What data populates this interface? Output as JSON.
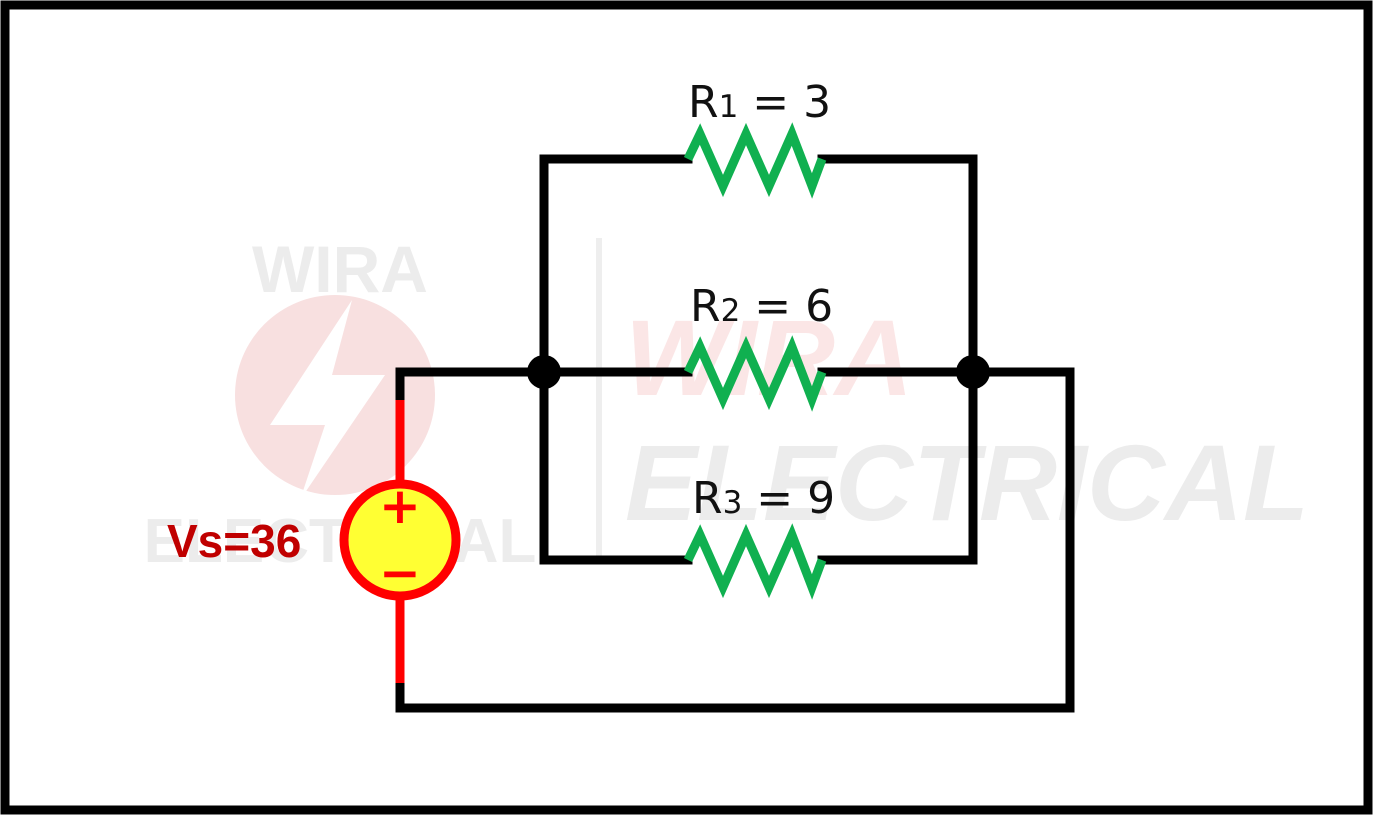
{
  "source": {
    "name": "Vs",
    "value": "36",
    "plus_symbol": "+",
    "minus_symbol": "−"
  },
  "resistors": [
    {
      "name": "R",
      "subscript": "1",
      "value": "3"
    },
    {
      "name": "R",
      "subscript": "2",
      "value": "6"
    },
    {
      "name": "R",
      "subscript": "3",
      "value": "9"
    }
  ],
  "watermark": {
    "small_top": "WIRA",
    "small_bottom": "ELECTRICAL",
    "large_top": "WIRA",
    "large_bottom": "ELECTRICAL"
  },
  "colors": {
    "wire": "#000000",
    "resistor": "#10b050",
    "source_fill": "#ffff33",
    "source_stroke": "#ff0000",
    "source_label": "#c00000",
    "watermark": "#ececec",
    "watermark_logo": "#f8e0e0"
  },
  "icons": [
    "dc-voltage-source-icon",
    "resistor-icon",
    "junction-node-icon"
  ]
}
